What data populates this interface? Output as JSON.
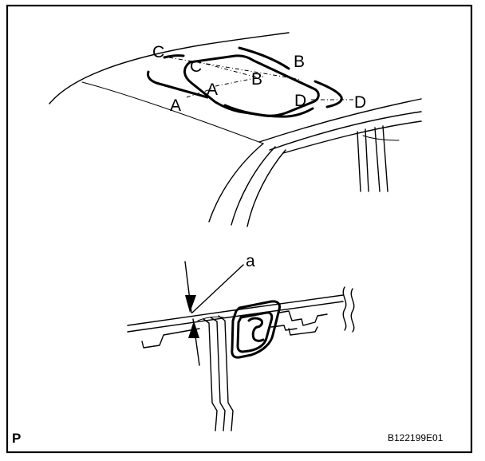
{
  "labels": {
    "c_outer": "C",
    "c_inner": "C",
    "b_outer": "B",
    "b_inner": "B",
    "a_outer": "A",
    "a_inner": "A",
    "d_inner": "D",
    "d_outer": "D",
    "gap": "a"
  },
  "corner_letter": "P",
  "figure_code": "B122199E01"
}
